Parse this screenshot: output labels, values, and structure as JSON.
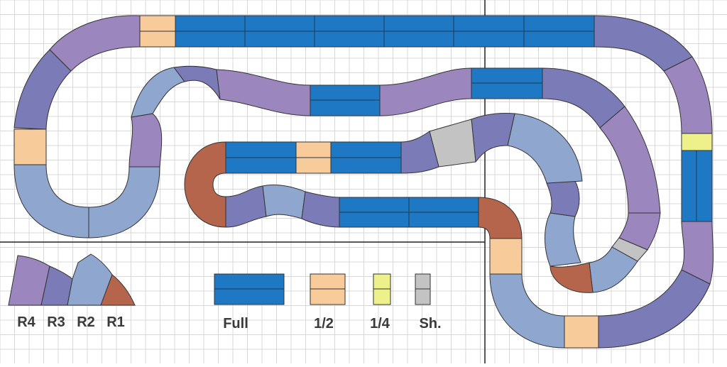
{
  "legend": {
    "curves": [
      {
        "label": "R4",
        "color": "#9b86bd"
      },
      {
        "label": "R3",
        "color": "#7b7bb8"
      },
      {
        "label": "R2",
        "color": "#8fa6cf"
      },
      {
        "label": "R1",
        "color": "#b5654b"
      }
    ],
    "straights": [
      {
        "label": "Full",
        "color": "#1f78c4"
      },
      {
        "label": "1/2",
        "color": "#f8cb9a"
      },
      {
        "label": "1/4",
        "color": "#eef08a"
      },
      {
        "label": "Sh.",
        "color": "#c3c3c3"
      }
    ]
  },
  "colors": {
    "grid": "#d8d8d8",
    "frame": "#222222",
    "track_edge": "#333333"
  }
}
